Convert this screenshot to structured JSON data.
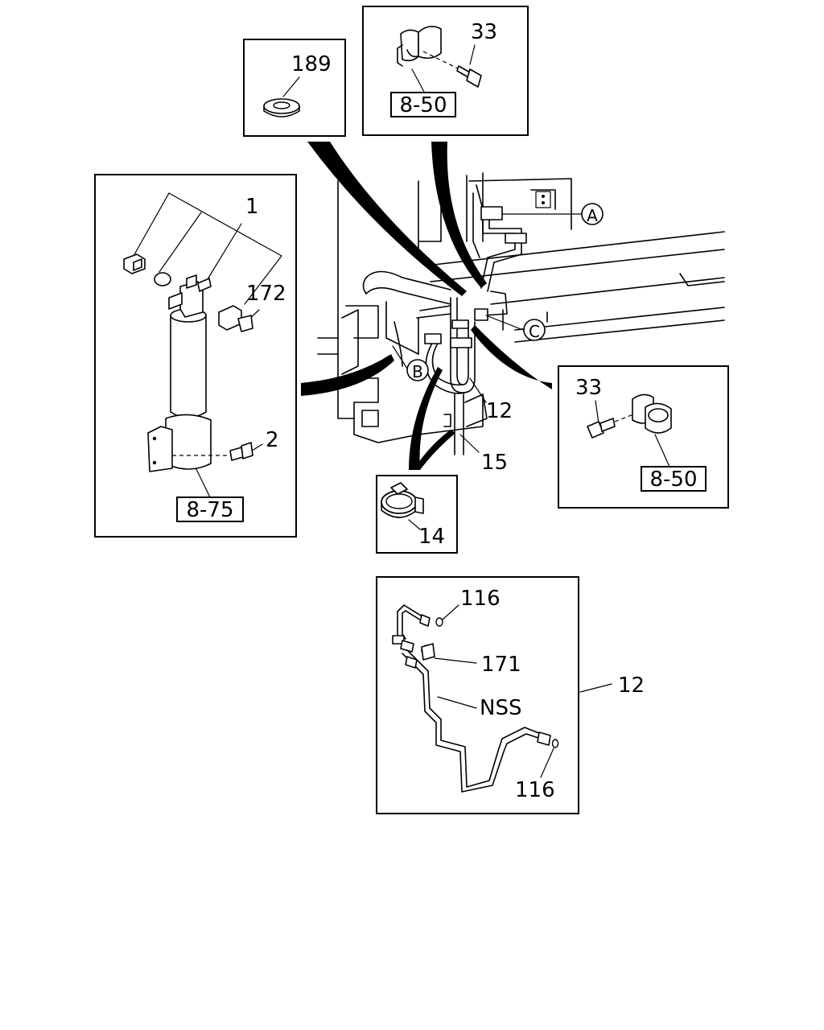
{
  "callouts": {
    "c189": "189",
    "c33_top": "33",
    "ref_top": "8-50",
    "c1": "1",
    "c172": "172",
    "c2": "2",
    "ref_left": "8-75",
    "cA": "A",
    "cB": "B",
    "cC": "C",
    "c12_main": "12",
    "c15": "15",
    "c14": "14",
    "c33_right": "33",
    "ref_right": "8-50",
    "c116_top": "116",
    "c171": "171",
    "nss": "NSS",
    "c116_bottom": "116",
    "c12_detail": "12"
  },
  "icons": [
    "receiver-drier-icon",
    "pressure-switch-icon",
    "grommet-icon",
    "bracket-clip-icon",
    "bolt-icon",
    "hose-clamp-icon",
    "pipe-assembly-icon",
    "o-ring-icon"
  ]
}
